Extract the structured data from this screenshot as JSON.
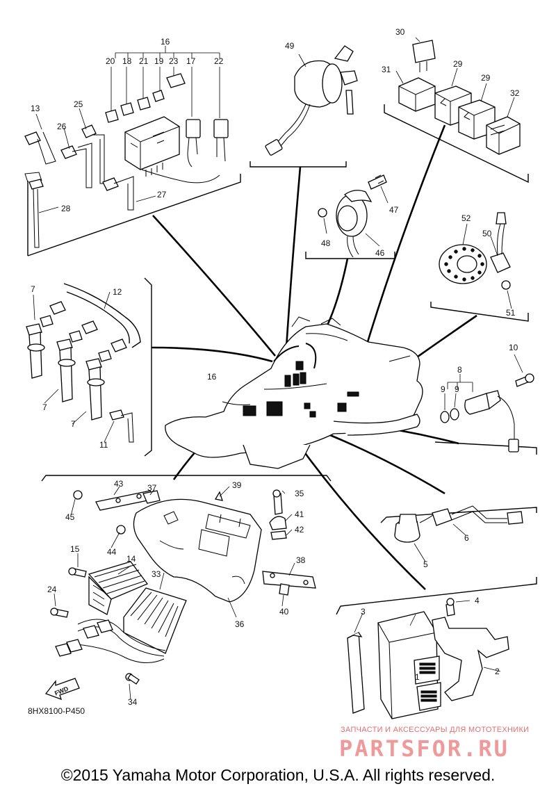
{
  "diagram": {
    "part_numbers": [
      "1",
      "2",
      "3",
      "4",
      "5",
      "6",
      "7",
      "8",
      "9",
      "10",
      "11",
      "12",
      "13",
      "14",
      "15",
      "16",
      "17",
      "18",
      "19",
      "20",
      "21",
      "22",
      "23",
      "24",
      "25",
      "26",
      "27",
      "28",
      "29",
      "30",
      "31",
      "32",
      "33",
      "34",
      "35",
      "36",
      "37",
      "38",
      "39",
      "40",
      "41",
      "42",
      "43",
      "44",
      "45",
      "46",
      "47",
      "48",
      "49",
      "50",
      "51",
      "52"
    ],
    "drawing_code": "8HX8100-P450",
    "fwd_label": "FWD",
    "watermark_top": "ЗАПЧАСТИ И АКСЕССУАРЫ ДЛЯ МОТОТЕХНИКИ",
    "watermark_brand": "PARTSFOR.RU",
    "copyright": "©2015 Yamaha Motor Corporation, U.S.A. All rights reserved."
  }
}
